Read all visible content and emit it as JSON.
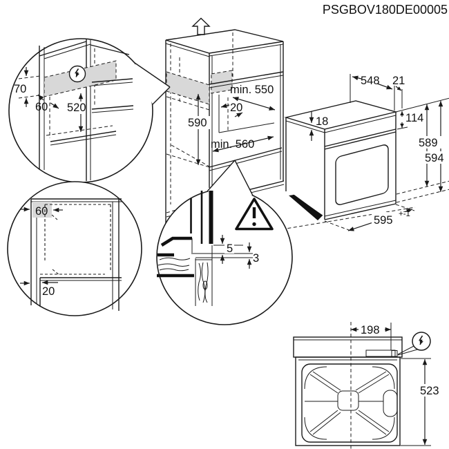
{
  "title": "PSGBOV180DE00005",
  "colors": {
    "line": "#1a1a1a",
    "shade": "#d8d8d8",
    "background": "#ffffff"
  },
  "upper_connection_detail": {
    "zone_height": "70",
    "zone_depth": "60",
    "zone_to_shelf": "520"
  },
  "cabinet_niche": {
    "depth": "min. 550",
    "rear_gap": "20",
    "height": "590",
    "width": "min. 560"
  },
  "oven": {
    "depth": "548",
    "door_overhang": "21",
    "top_recess": "18",
    "control_panel_height": "114",
    "body_height": "589",
    "overall_height": "594",
    "overall_width": "595",
    "width_tolerance": "+-1"
  },
  "plan_view_detail": {
    "socket_zone_width": "60",
    "front_clearance": "20"
  },
  "front_clearance_detail": {
    "upper_gap": "5",
    "lower_gap": "3"
  },
  "rear_view": {
    "terminal_offset": "198",
    "terminal_height": "523"
  },
  "icons": {
    "electrical": "lightning-bolt",
    "caution": "warning-triangle",
    "removal": "arrow-up"
  }
}
